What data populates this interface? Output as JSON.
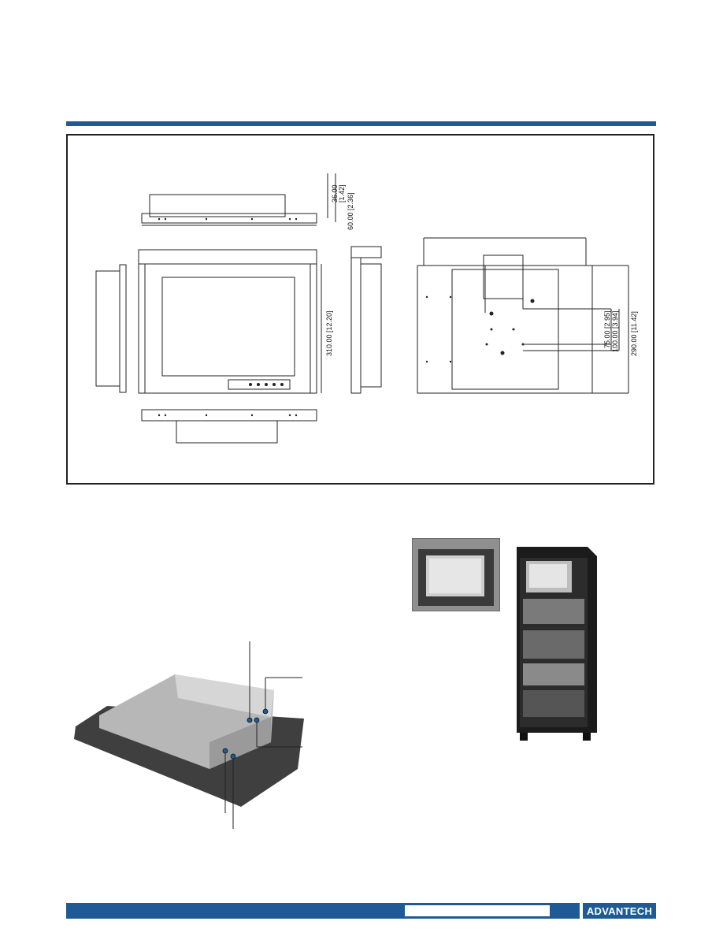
{
  "drawing": {
    "dimensions": {
      "depth_top": "36.00",
      "depth_top_in": "[1.42]",
      "depth_bracket": "60.00 [2.36]",
      "front_height": "310.00 [12.20]",
      "vesa_75": "75.00 [2.95]",
      "vesa_100": "100.00 [3.94]",
      "rear_height": "290.00 [11.42]"
    }
  },
  "colors": {
    "brand_blue": "#1e5b96",
    "line": "#222222"
  },
  "footer": {
    "logo_text": "ADVANTECH",
    "page_field": ""
  }
}
